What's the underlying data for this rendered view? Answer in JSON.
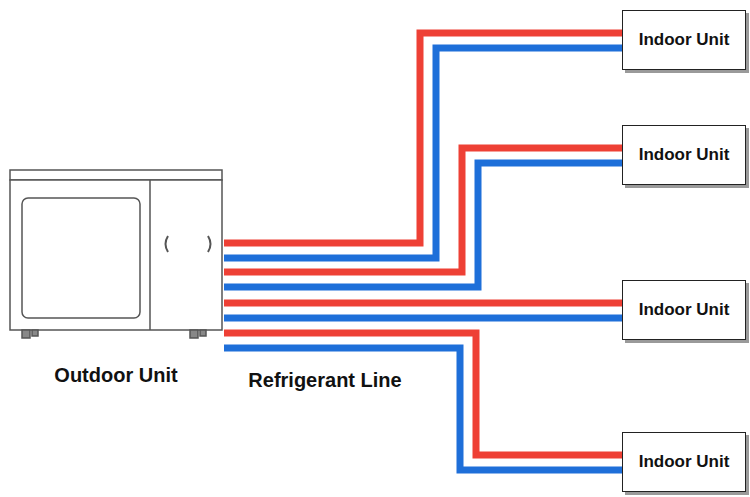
{
  "diagram": {
    "nodes": [
      {
        "text": [
          "Outdoor Unit"
        ]
      },
      {
        "text": [
          "Indoor Unit"
        ]
      },
      {
        "text": [
          "Indoor Unit"
        ]
      },
      {
        "text": [
          "Indoor Unit"
        ]
      },
      {
        "text": [
          "Indoor Unit"
        ]
      }
    ],
    "edges": [
      {
        "from": 0,
        "to": 1,
        "arrow": "none"
      },
      {
        "from": 0,
        "to": 2,
        "arrow": "none"
      },
      {
        "from": 0,
        "to": 3,
        "arrow": "none"
      },
      {
        "from": 0,
        "to": 4,
        "arrow": "none"
      }
    ],
    "labels": [
      "Refrigerant Line"
    ]
  }
}
